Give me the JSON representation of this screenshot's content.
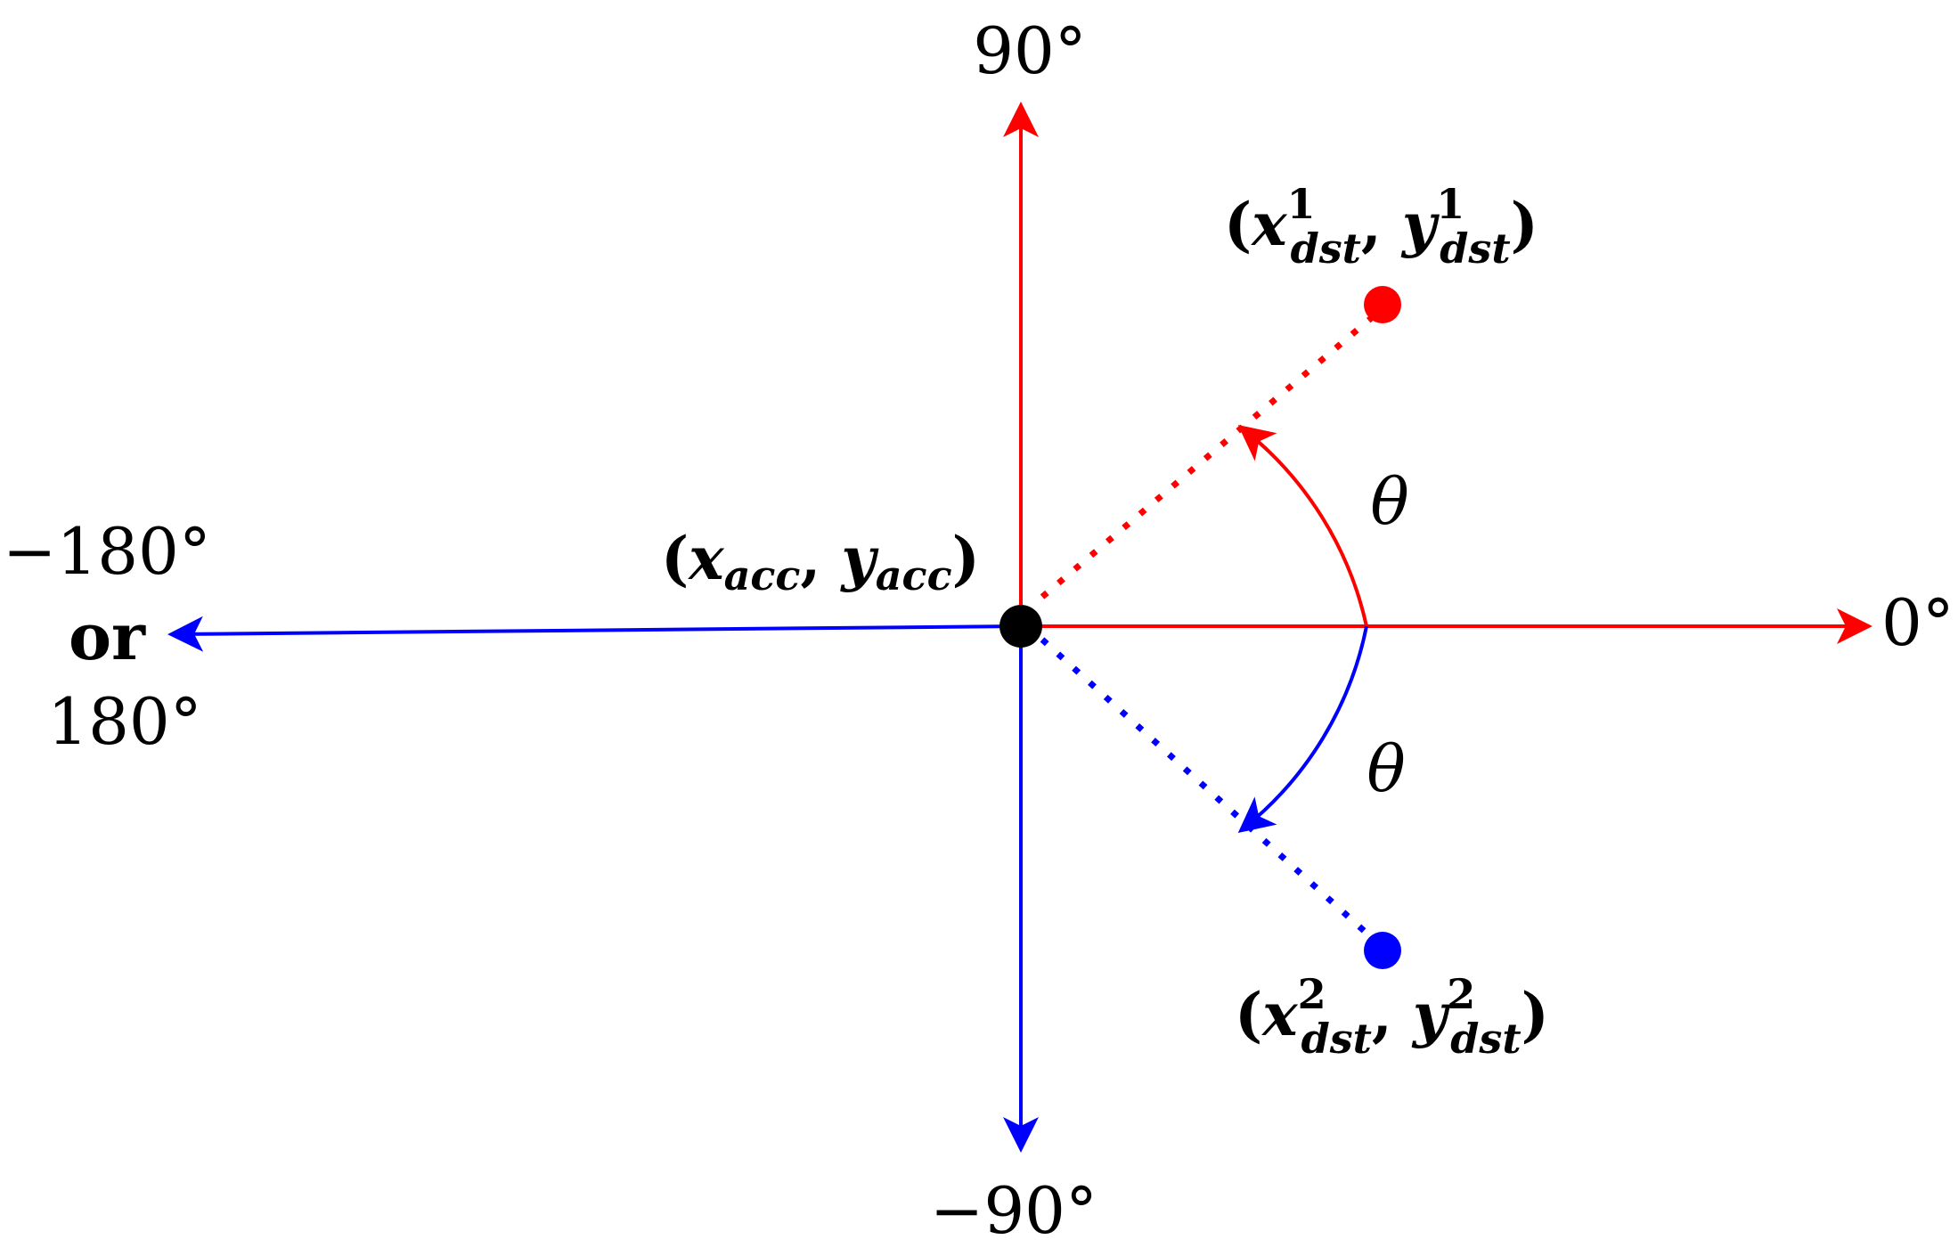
{
  "colors": {
    "red": "#ff0000",
    "blue": "#0000ff",
    "black": "#000000"
  },
  "labels": {
    "angle_90": "90°",
    "angle_0": "0°",
    "angle_minus_90": "−90°",
    "angle_minus_180": "−180°",
    "or": "or",
    "angle_180": "180°",
    "theta_upper": "θ",
    "theta_lower": "θ"
  },
  "origin_point": {
    "open": "(",
    "x": "x",
    "x_sub": "acc",
    "sep": ", ",
    "y": "y",
    "y_sub": "acc",
    "close": ")"
  },
  "destination_1": {
    "open": "(",
    "x": "x",
    "x_sup": "1",
    "x_sub": "dst",
    "sep": ", ",
    "y": "y",
    "y_sup": "1",
    "y_sub": "dst",
    "close": ")"
  },
  "destination_2": {
    "open": "(",
    "x": "x",
    "x_sup": "2",
    "x_sub": "dst",
    "sep": ", ",
    "y": "y",
    "y_sup": "2",
    "y_sub": "dst",
    "close": ")"
  }
}
